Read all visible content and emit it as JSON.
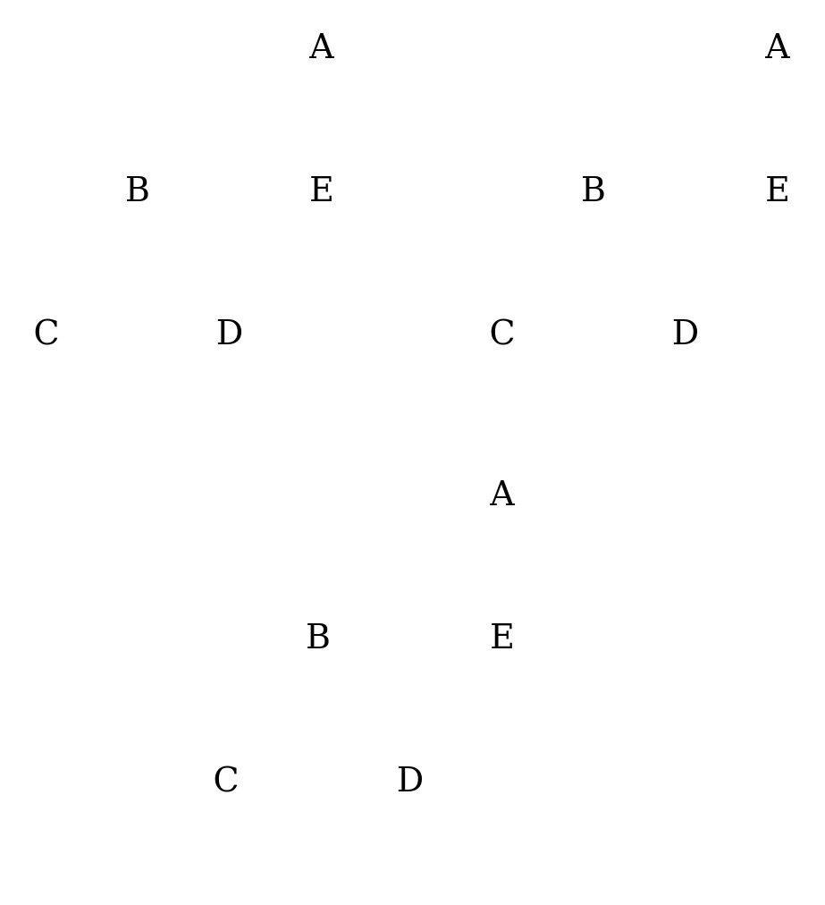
{
  "diagrams": [
    {
      "labels": {
        "A": "A",
        "B": "B",
        "C": "C",
        "D": "D",
        "E": "E"
      }
    },
    {
      "labels": {
        "A": "A",
        "B": "B",
        "C": "C",
        "D": "D",
        "E": "E"
      }
    },
    {
      "labels": {
        "A": "A",
        "B": "B",
        "C": "C",
        "D": "D",
        "E": "E"
      }
    }
  ]
}
